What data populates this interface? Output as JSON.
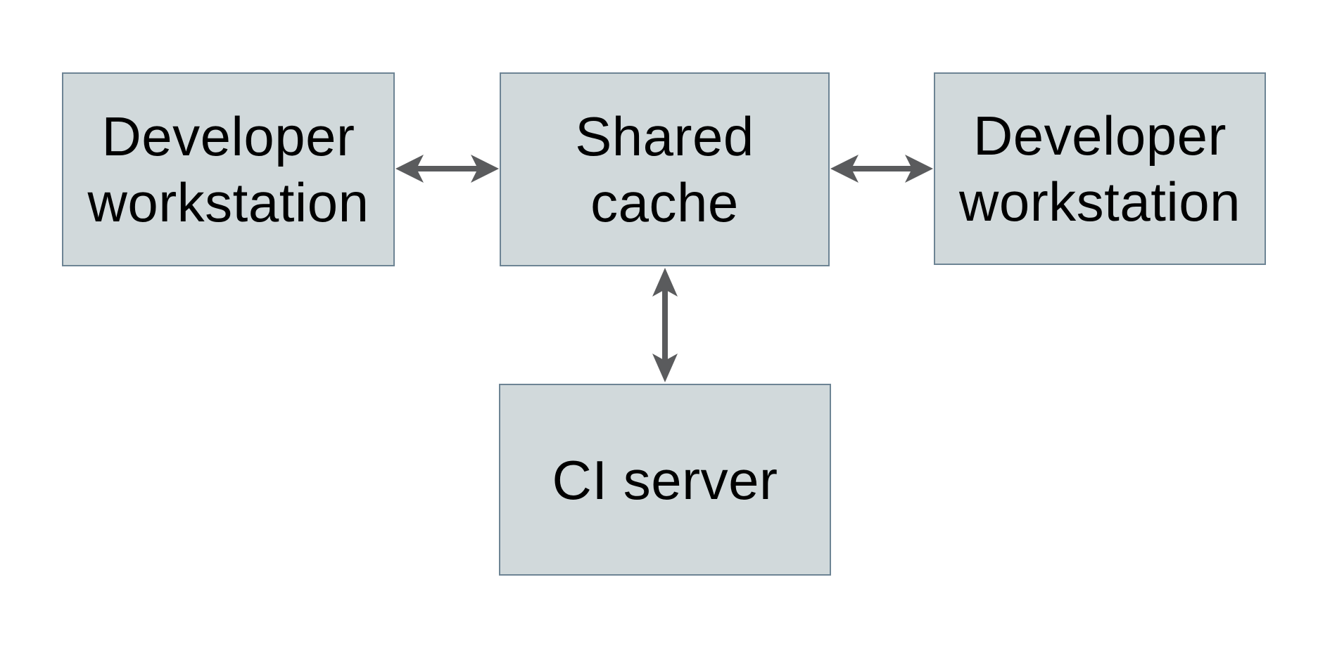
{
  "diagram": {
    "type": "architecture-diagram",
    "background": "#ffffff",
    "nodes": [
      {
        "id": "dev-workstation-left",
        "label": "Developer workstation",
        "lines": [
          "Developer",
          "workstation"
        ]
      },
      {
        "id": "shared-cache",
        "label": "Shared cache",
        "lines": [
          "Shared",
          "cache"
        ]
      },
      {
        "id": "dev-workstation-right",
        "label": "Developer workstation",
        "lines": [
          "Developer",
          "workstation"
        ]
      },
      {
        "id": "ci-server",
        "label": "CI server",
        "lines": [
          "CI server"
        ]
      }
    ],
    "edges": [
      {
        "from": "dev-workstation-left",
        "to": "shared-cache",
        "direction": "bidirectional",
        "orientation": "horizontal"
      },
      {
        "from": "dev-workstation-right",
        "to": "shared-cache",
        "direction": "bidirectional",
        "orientation": "horizontal"
      },
      {
        "from": "ci-server",
        "to": "shared-cache",
        "direction": "bidirectional",
        "orientation": "vertical"
      }
    ],
    "colors": {
      "node_fill": "#d1d9db",
      "node_border": "#6d8494",
      "arrow": "#5a5b5d",
      "text": "#000000",
      "background": "#ffffff"
    }
  }
}
